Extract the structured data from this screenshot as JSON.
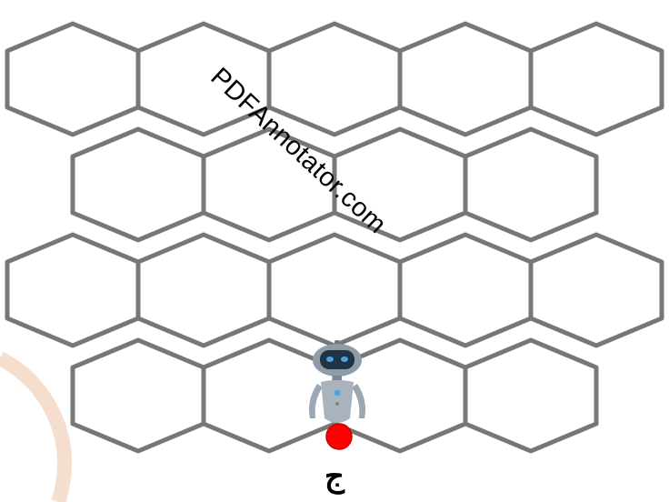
{
  "watermark": {
    "text": "PDFAnnotator.com"
  },
  "grid": {
    "shape": "hexagon",
    "orientation": "pointy-top",
    "rows": 4,
    "row_cell_counts": [
      5,
      4,
      5,
      4
    ],
    "line_color": "#777777"
  },
  "robot": {
    "icon": "robot-icon",
    "body_color": "#8e9ba8",
    "visor_color": "#1f3447",
    "eye_color": "#4aa6e0"
  },
  "point": {
    "color": "#ff0000",
    "label": "ج"
  },
  "decoration": {
    "left_edge_arc_color": "#f5d8c5"
  }
}
